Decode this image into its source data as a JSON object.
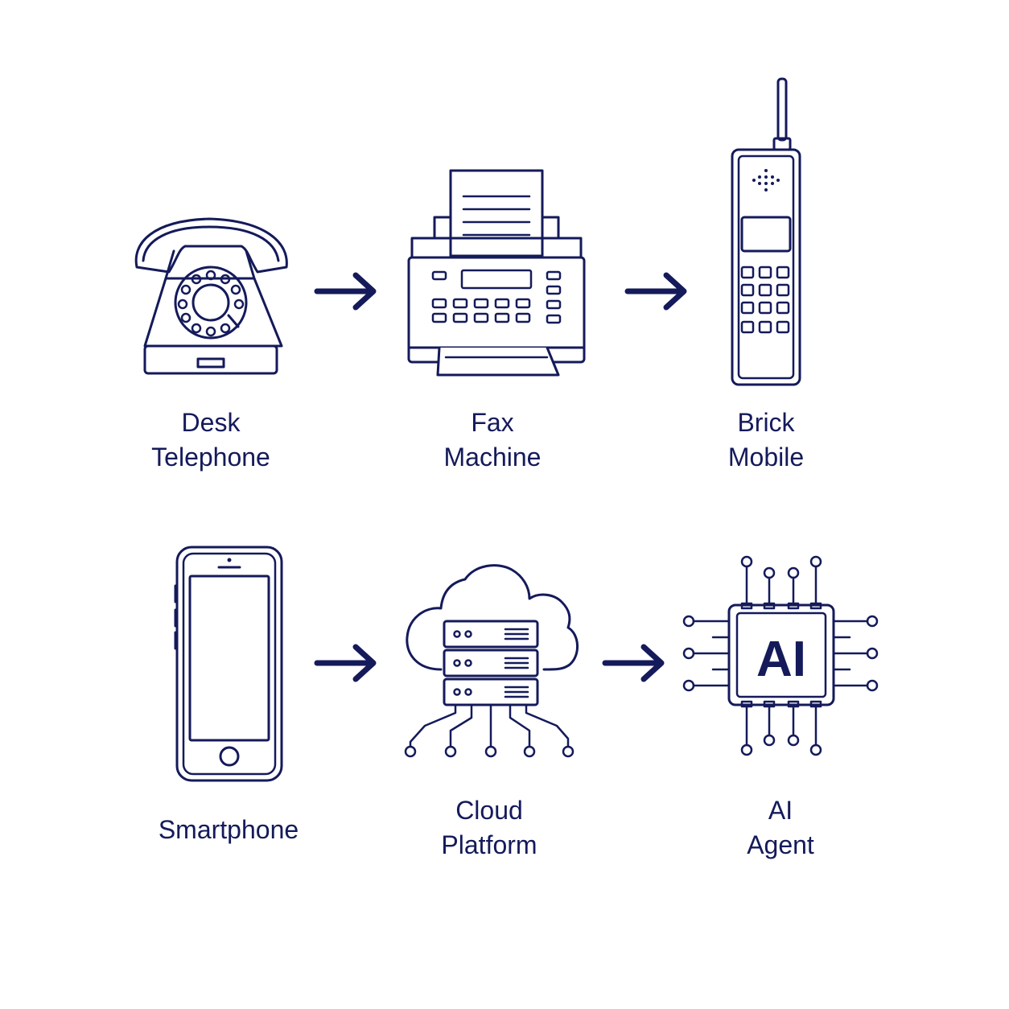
{
  "colors": {
    "ink": "#141a5a",
    "background": "#ffffff"
  },
  "stages": [
    {
      "id": "desk-telephone",
      "icon": "rotary-telephone-icon",
      "label_lines": [
        "Desk",
        "Telephone"
      ]
    },
    {
      "id": "fax-machine",
      "icon": "fax-machine-icon",
      "label_lines": [
        "Fax",
        "Machine"
      ]
    },
    {
      "id": "brick-mobile",
      "icon": "brick-mobile-phone-icon",
      "label_lines": [
        "Brick",
        "Mobile"
      ]
    },
    {
      "id": "smartphone",
      "icon": "smartphone-icon",
      "label_lines": [
        "Smartphone"
      ]
    },
    {
      "id": "cloud-platform",
      "icon": "cloud-server-icon",
      "label_lines": [
        "Cloud",
        "Platform"
      ]
    },
    {
      "id": "ai-agent",
      "icon": "ai-chip-icon",
      "label_lines": [
        "AI",
        "Agent"
      ],
      "chip_text": "AI"
    }
  ],
  "connectors": [
    {
      "from": "desk-telephone",
      "to": "fax-machine"
    },
    {
      "from": "fax-machine",
      "to": "brick-mobile"
    },
    {
      "from": "smartphone",
      "to": "cloud-platform"
    },
    {
      "from": "cloud-platform",
      "to": "ai-agent"
    }
  ]
}
